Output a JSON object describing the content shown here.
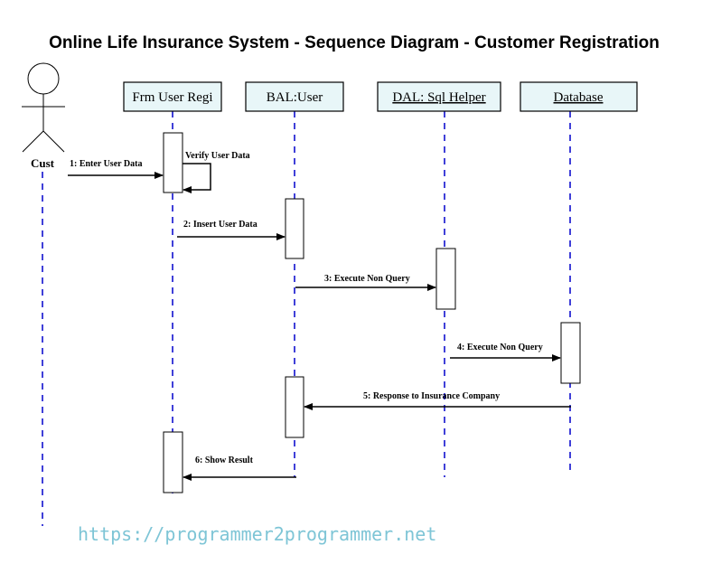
{
  "title": "Online Life Insurance System - Sequence Diagram - Customer Registration",
  "actor": {
    "name": "Cust"
  },
  "lifelines": [
    {
      "label": "Frm User Regi",
      "underline": false
    },
    {
      "label": "BAL:User",
      "underline": false
    },
    {
      "label": "DAL: Sql Helper",
      "underline": true
    },
    {
      "label": "Database",
      "underline": true
    }
  ],
  "messages": [
    {
      "label": "1: Enter User Data"
    },
    {
      "label": "Verify User Data"
    },
    {
      "label": "2: Insert User Data"
    },
    {
      "label": "3: Execute Non Query"
    },
    {
      "label": "4: Execute Non Query"
    },
    {
      "label": "5: Response to Insurance Company"
    },
    {
      "label": "6: Show Result"
    }
  ],
  "footer": {
    "url": "https://programmer2programmer.net"
  },
  "colors": {
    "box_fill": "#e8f6f8",
    "lifeline": "#0000cc",
    "line": "#000000",
    "footer_text": "#7ec5d6"
  }
}
